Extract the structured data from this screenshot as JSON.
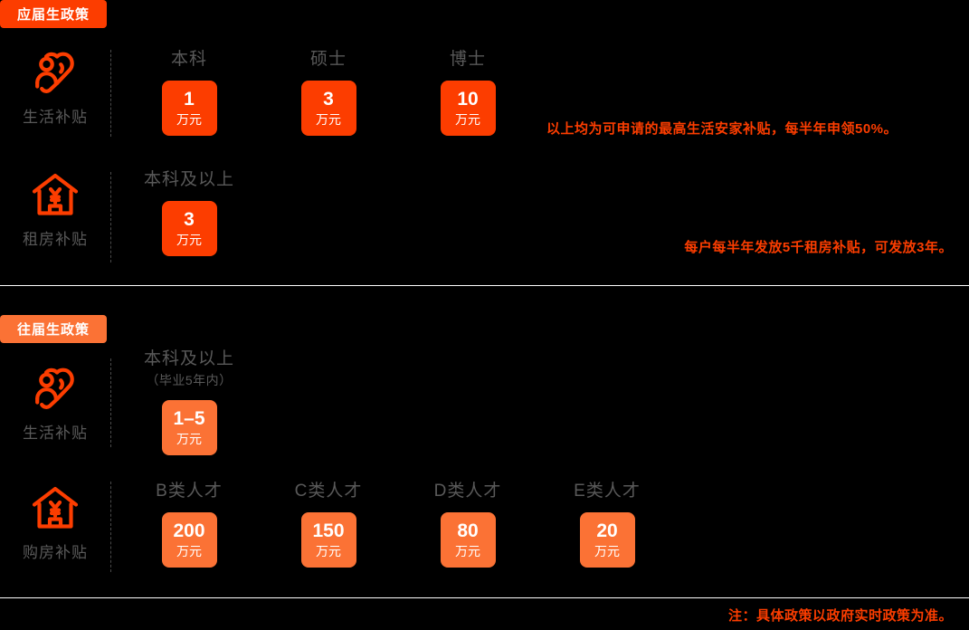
{
  "colors": {
    "background": "#000000",
    "accent_bright": "#FC3D00",
    "accent_soft": "#FB7235",
    "label_gray": "#595959",
    "rule_white": "#FFFFFF"
  },
  "sections": [
    {
      "badge": "应届生政策",
      "rows": [
        {
          "icon": "person-heart-icon",
          "label": "生活补贴",
          "cells": [
            {
              "head": "本科",
              "subhead": "",
              "amount": "1",
              "unit": "万元"
            },
            {
              "head": "硕士",
              "subhead": "",
              "amount": "3",
              "unit": "万元"
            },
            {
              "head": "博士",
              "subhead": "",
              "amount": "10",
              "unit": "万元"
            }
          ],
          "note": "以上均为可申请的最高生活安家补贴，每半年申领50%。"
        },
        {
          "icon": "house-yuan-icon",
          "label": "租房补贴",
          "cells": [
            {
              "head": "本科及以上",
              "subhead": "",
              "amount": "3",
              "unit": "万元"
            }
          ],
          "note": "每户每半年发放5千租房补贴，可发放3年。"
        }
      ]
    },
    {
      "badge": "往届生政策",
      "rows": [
        {
          "icon": "person-heart-icon",
          "label": "生活补贴",
          "cells": [
            {
              "head": "本科及以上",
              "subhead": "（毕业5年内）",
              "amount": "1–5",
              "unit": "万元"
            }
          ],
          "note": ""
        },
        {
          "icon": "house-yuan-icon",
          "label": "购房补贴",
          "cells": [
            {
              "head": "B类人才",
              "subhead": "",
              "amount": "200",
              "unit": "万元"
            },
            {
              "head": "C类人才",
              "subhead": "",
              "amount": "150",
              "unit": "万元"
            },
            {
              "head": "D类人才",
              "subhead": "",
              "amount": "80",
              "unit": "万元"
            },
            {
              "head": "E类人才",
              "subhead": "",
              "amount": "20",
              "unit": "万元"
            }
          ],
          "note": ""
        }
      ]
    }
  ],
  "footer_note": "注：具体政策以政府实时政策为准。"
}
